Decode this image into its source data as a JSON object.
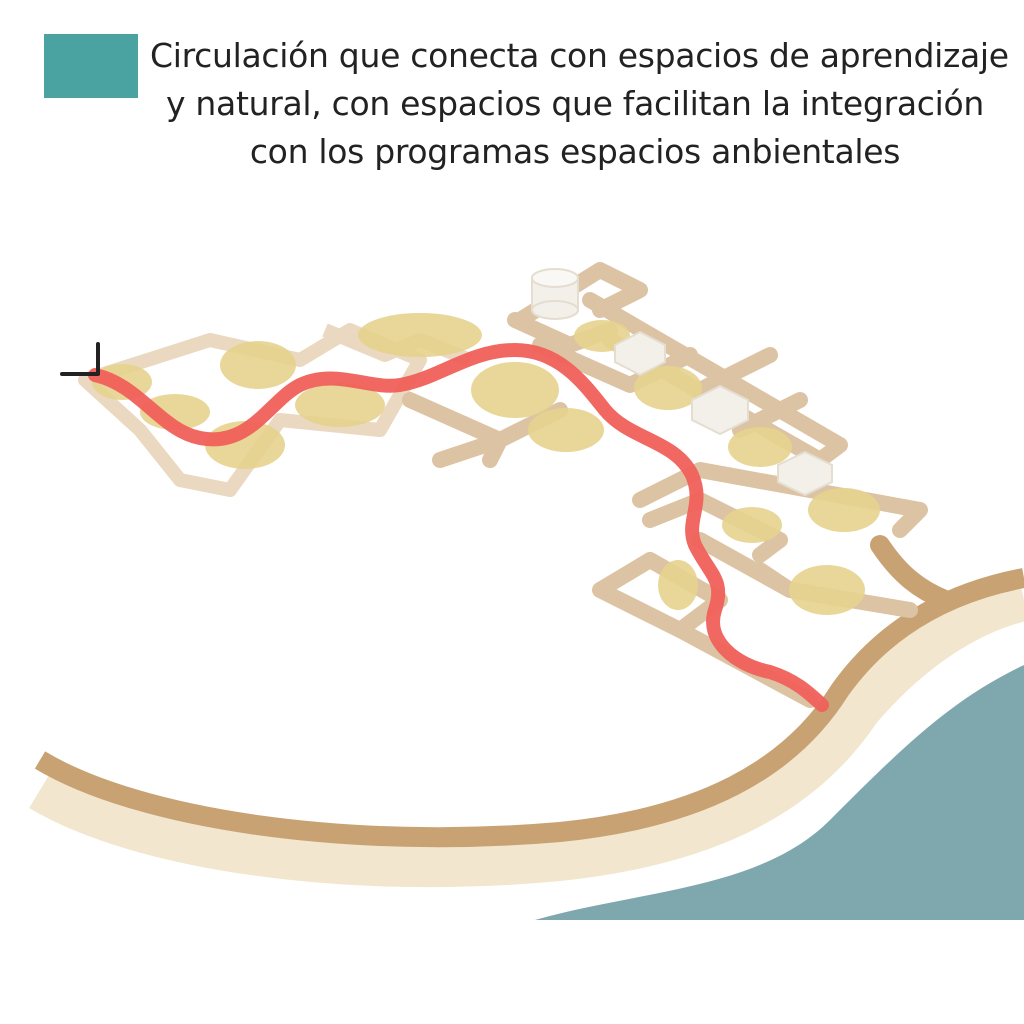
{
  "legend": {
    "swatch_color": "#4aa3a1",
    "lines": [
      "Circulación que conecta con espacios de aprendizaje",
      "y natural, con espacios que facilitan la integración",
      "con los programas espacios anbientales"
    ]
  },
  "colors": {
    "circulation_path": "#f0605a",
    "green_patches": "#e6d38e",
    "building_walls": "#d8c0a0",
    "site_paths": "#c9a273",
    "site_path_light": "#f2e6cf",
    "water": "#7fa8ae",
    "blocks": "#f3f0ea"
  }
}
